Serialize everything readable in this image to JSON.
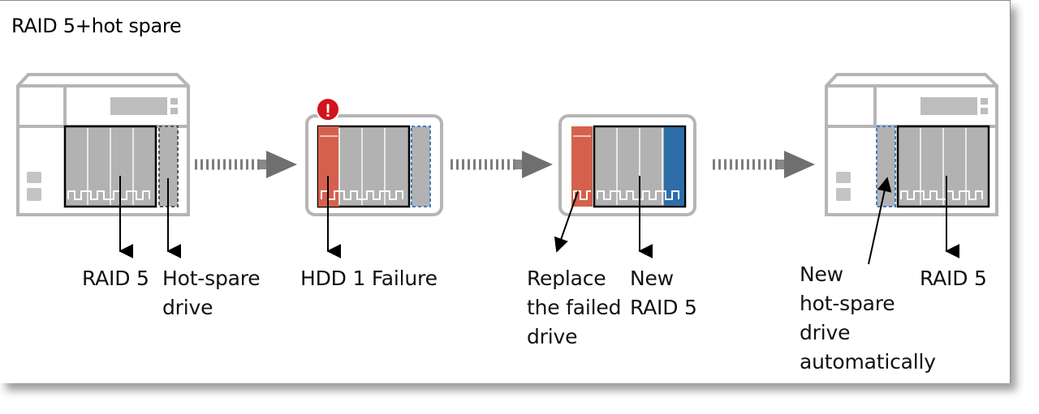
{
  "title": "RAID 5+hot spare",
  "labels": {
    "raid5_left": "RAID 5",
    "hot_spare": "Hot-spare\ndrive",
    "hdd_failure": "HDD 1 Failure",
    "replace": "Replace\nthe failed\ndrive",
    "new_raid5": "New\nRAID 5",
    "new_hot_spare": "New\nhot-spare\ndrive\nautomatically",
    "raid5_right": "RAID 5"
  },
  "icons": {
    "warning": "!"
  },
  "colors": {
    "failed_drive": "#d4614e",
    "hot_spare_border": "#3d7fc1",
    "new_drive": "#2d6da8",
    "chassis": "#b3b3b3",
    "drive_fill": "#b0b0b0",
    "warning": "#d1141e"
  }
}
